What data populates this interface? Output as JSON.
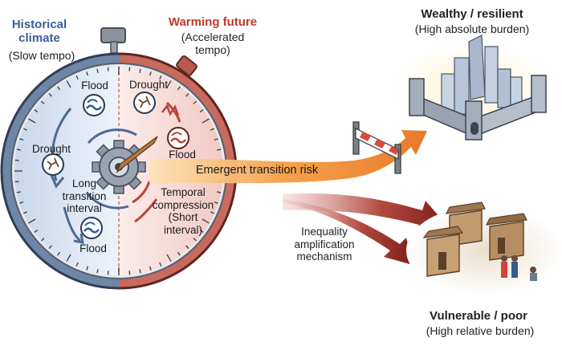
{
  "colors": {
    "historical_blue": "#3b5f94",
    "warming_red": "#c0392b",
    "arrow_orange": "#f08a2c",
    "arrow_dark_red": "#8e2a22"
  },
  "historical": {
    "title_line1": "Historical",
    "title_line2": "climate",
    "subtitle": "(Slow tempo)"
  },
  "future": {
    "title": "Warming future",
    "subtitle_line1": "(Accelerated",
    "subtitle_line2": "tempo)"
  },
  "dial": {
    "flood_top_left": "Flood",
    "drought_top_right": "Drought",
    "drought_left": "Drought",
    "flood_right": "Flood",
    "flood_bottom_left": "Flood",
    "long_interval_line1": "Long",
    "long_interval_line2": "transition",
    "long_interval_line3": "interval",
    "compression_line1": "Temporal",
    "compression_line2": "compression",
    "compression_line3": "(Short",
    "compression_line4": "interval)"
  },
  "risk_arrow_label": "Emergent transition risk",
  "mechanism": {
    "line1": "Inequality",
    "line2": "amplification",
    "line3": "mechanism"
  },
  "wealthy": {
    "title": "Wealthy / resilient",
    "subtitle": "(High absolute burden)"
  },
  "vulnerable": {
    "title": "Vulnerable / poor",
    "subtitle": "(High relative burden)"
  },
  "icons": [
    "stopwatch-icon",
    "gear-icon",
    "wave-icon",
    "cracked-earth-icon",
    "barrier-icon",
    "fortified-city-icon",
    "mud-houses-icon"
  ]
}
